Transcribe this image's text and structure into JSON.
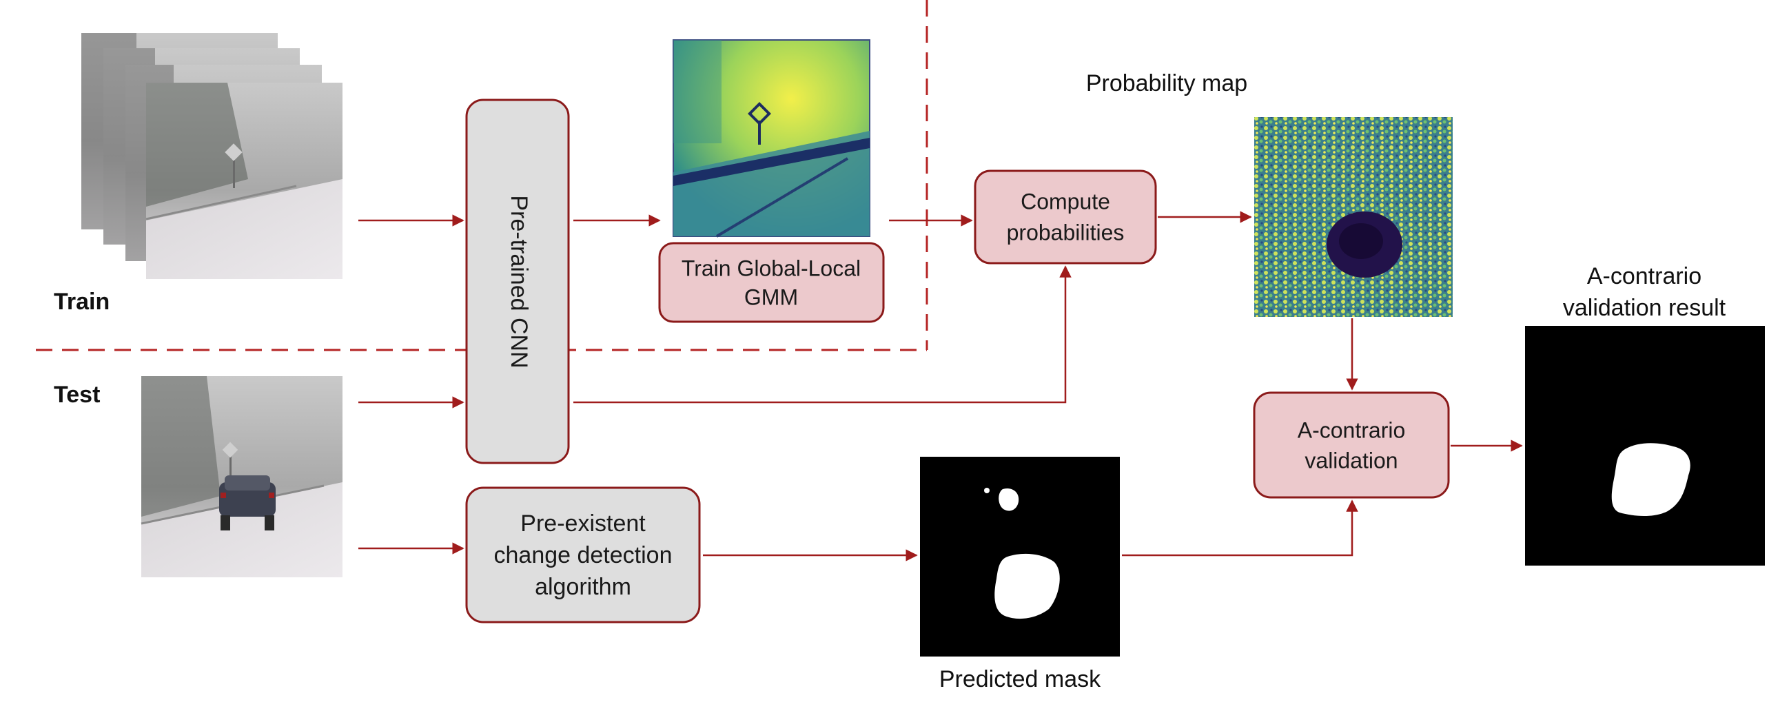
{
  "colors": {
    "arrow": "#a01c1c",
    "box_border": "#8b1a1a",
    "box_pink": "#ecc9cc",
    "box_gray": "#dedede",
    "dashed": "#b52424"
  },
  "labels": {
    "train": "Train",
    "test": "Test",
    "probability_map": "Probability map",
    "predicted_mask": "Predicted mask",
    "acontrario_result_line1": "A-contrario",
    "acontrario_result_line2": "validation result"
  },
  "boxes": {
    "cnn": "Pre-trained CNN",
    "gmm_line1": "Train Global-Local",
    "gmm_line2": "GMM",
    "compute_line1": "Compute",
    "compute_line2": "probabilities",
    "acontrario_line1": "A-contrario",
    "acontrario_line2": "validation",
    "change_line1": "Pre-existent",
    "change_line2": "change detection",
    "change_line3": "algorithm"
  }
}
